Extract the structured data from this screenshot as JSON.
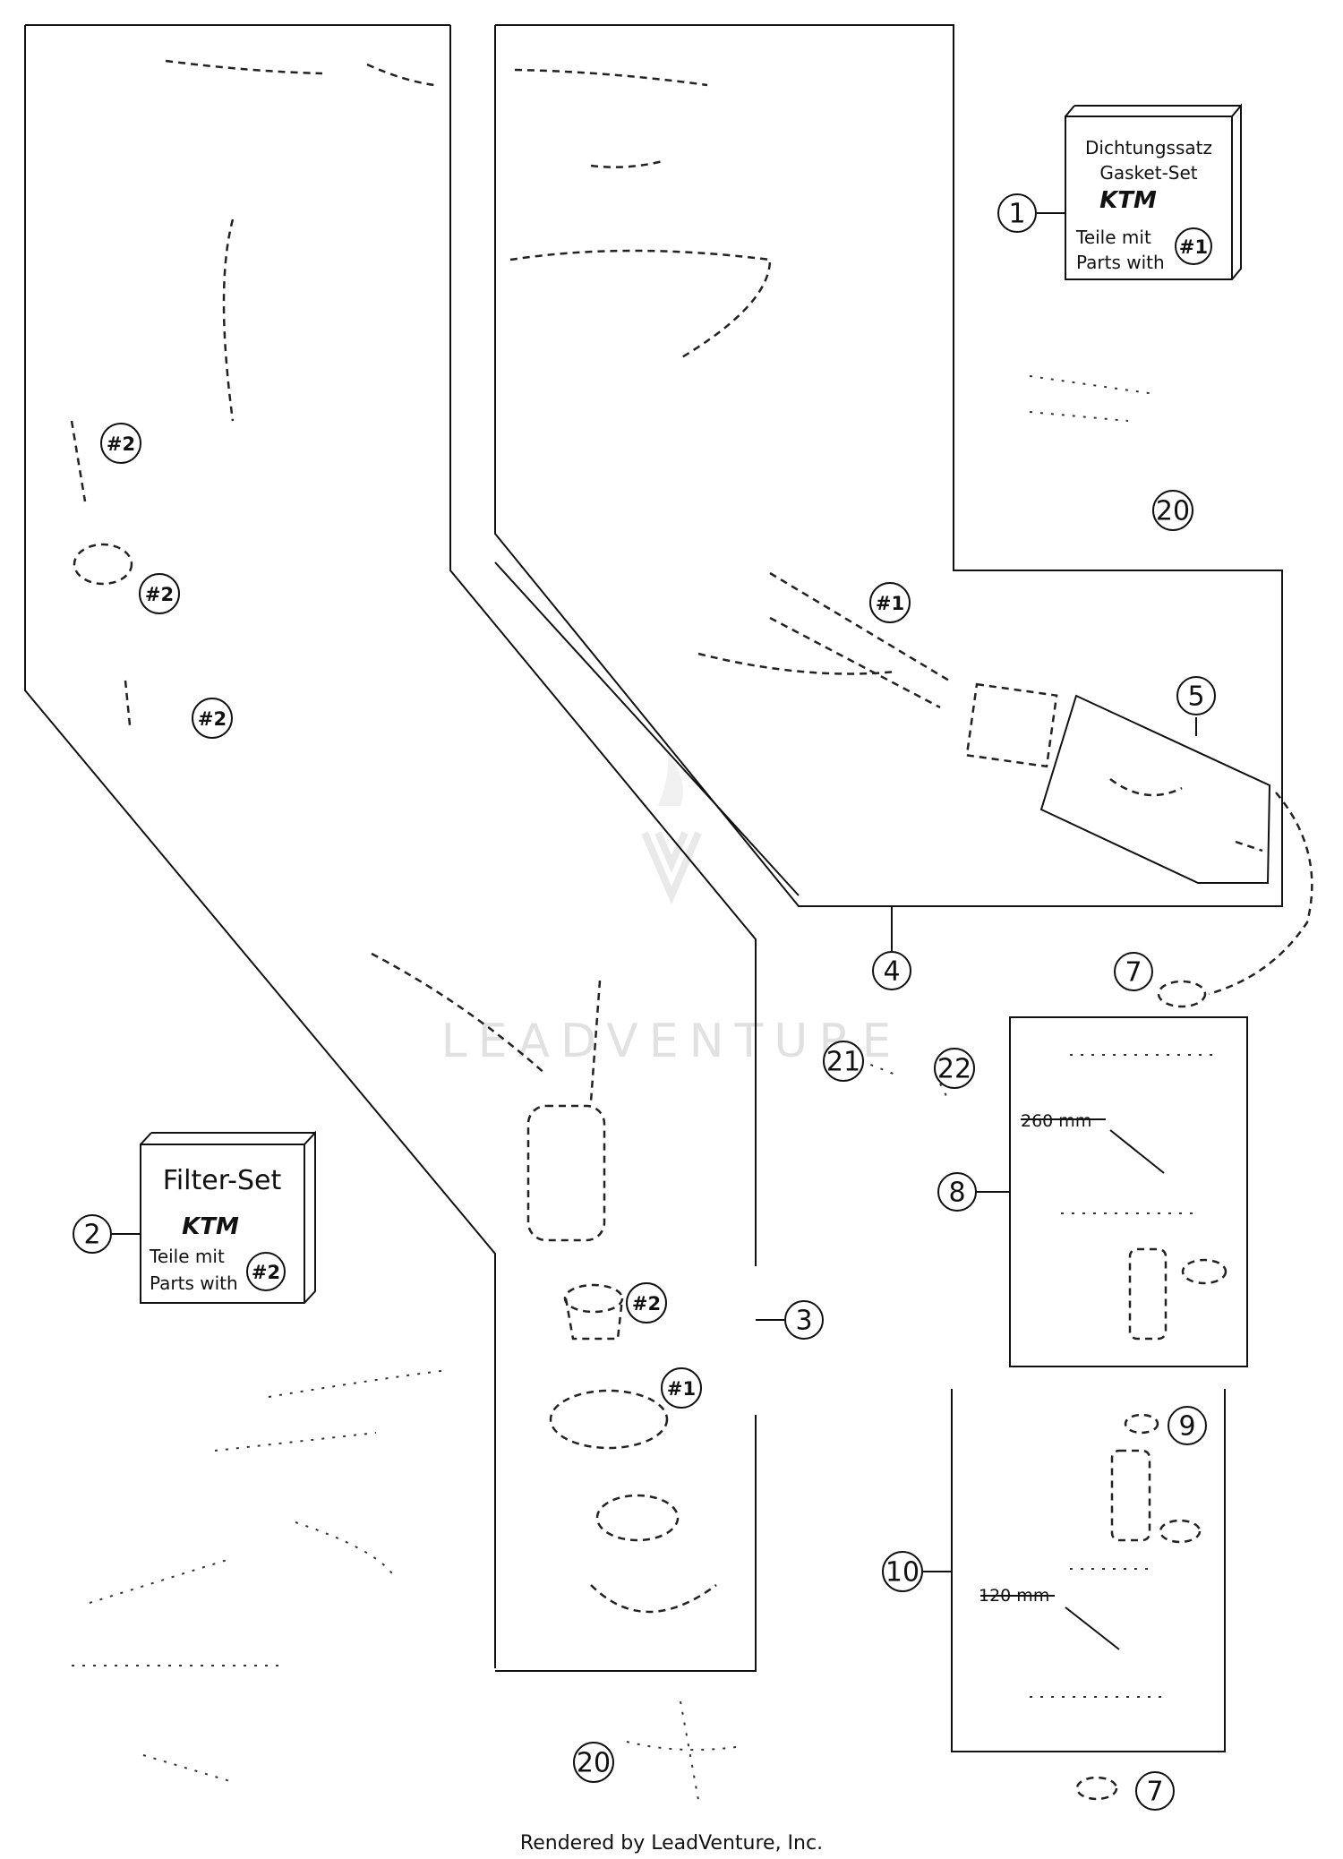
{
  "callouts": {
    "c1": "1",
    "c2": "2",
    "c3": "3",
    "c4": "4",
    "c5": "5",
    "c7a": "7",
    "c7b": "7",
    "c8": "8",
    "c9": "9",
    "c10": "10",
    "c20a": "20",
    "c20b": "20",
    "c21": "21",
    "c22": "22"
  },
  "badges": {
    "one": "#1",
    "two": "#2"
  },
  "gasket_set": {
    "line1": "Dichtungssatz",
    "line2": "Gasket-Set",
    "brand": "KTM",
    "line3": "Teile mit",
    "line4": "Parts with"
  },
  "filter_set": {
    "title": "Filter-Set",
    "brand": "KTM",
    "line1": "Teile mit",
    "line2": "Parts with"
  },
  "dimensions": {
    "hose_long": "260 mm",
    "hose_short": "120 mm"
  },
  "watermark": "LEADVENTURE",
  "footer": "Rendered by LeadVenture, Inc."
}
